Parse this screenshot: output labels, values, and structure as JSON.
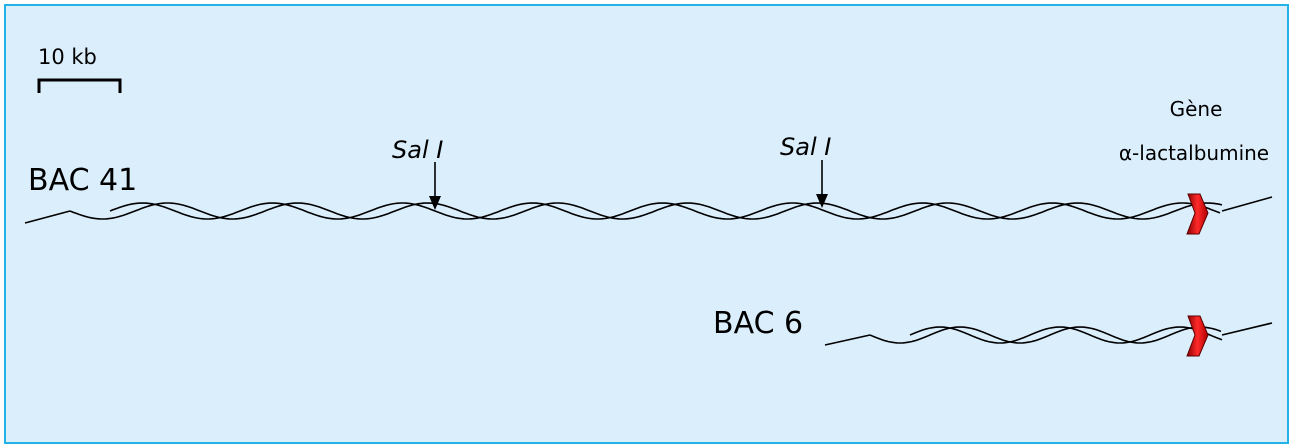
{
  "scale_bar": {
    "label": "10 kb"
  },
  "bac41": {
    "label": "BAC 41"
  },
  "bac6": {
    "label": "BAC 6"
  },
  "sites": [
    {
      "label": "Sal I"
    },
    {
      "label": "Sal I"
    }
  ],
  "gene": {
    "line1": "Gène",
    "line2": "α-lactalbumine",
    "color": "#dd1111"
  },
  "colors": {
    "background": "#dbeefc",
    "border": "#22b3e6",
    "dna": "#000000"
  }
}
